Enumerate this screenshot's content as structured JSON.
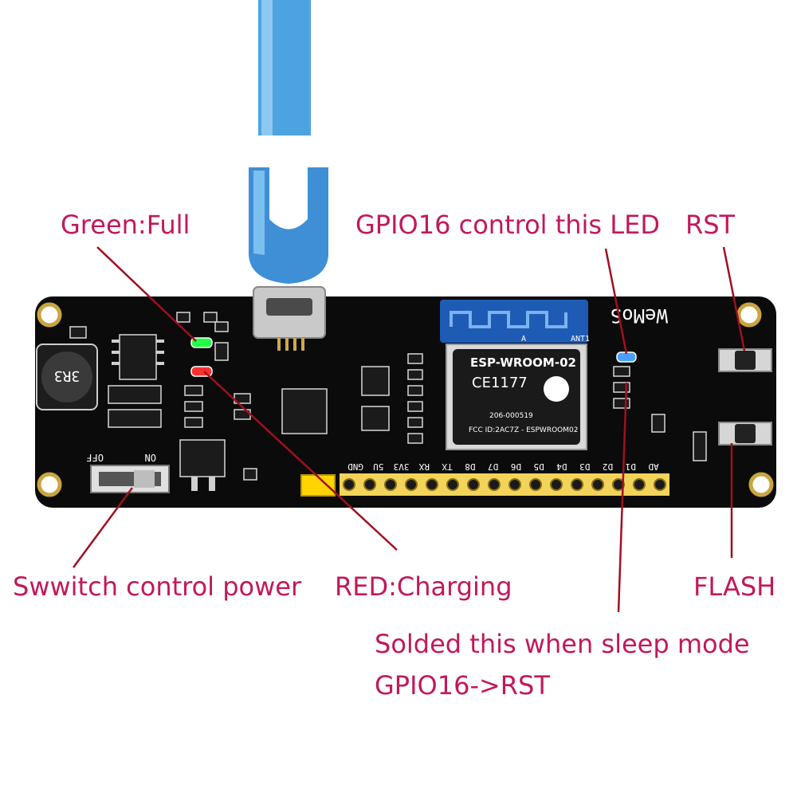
{
  "annotations": {
    "green_full": "Green:Full",
    "gpio16_led": "GPIO16 control this LED",
    "rst": "RST",
    "switch_power": "Swwitch control power",
    "red_charging": "RED:Charging",
    "flash": "FLASH",
    "sleep_mode_line1": "Solded this when sleep mode",
    "sleep_mode_line2": "GPIO16->RST"
  },
  "board": {
    "module_name": "ESP-WROOM-02",
    "ce_mark": "CE1177",
    "fcc_id": "FCC ID:2AC7Z - ESPWROOM02",
    "cert_id": "206-000519",
    "inductor_label": "3R3",
    "brand": "WeMoS",
    "antenna_label": "A",
    "antenna_id": "ANT1",
    "switch_off": "OFF",
    "switch_on": "ON",
    "pin_labels": [
      "GND",
      "5U",
      "3V3",
      "RX",
      "TX",
      "D8",
      "D7",
      "D6",
      "D5",
      "D4",
      "D3",
      "D2",
      "D1",
      "AD"
    ]
  },
  "colors": {
    "annotation": "#c2185b",
    "pcb": "#0b0b0b",
    "cable": "#4da3e0",
    "module_shield": "#1a1a1a",
    "antenna": "#1e5bb5",
    "led_green": "#22ff44",
    "led_red": "#ff3030",
    "led_blue": "#4aa0ff"
  }
}
